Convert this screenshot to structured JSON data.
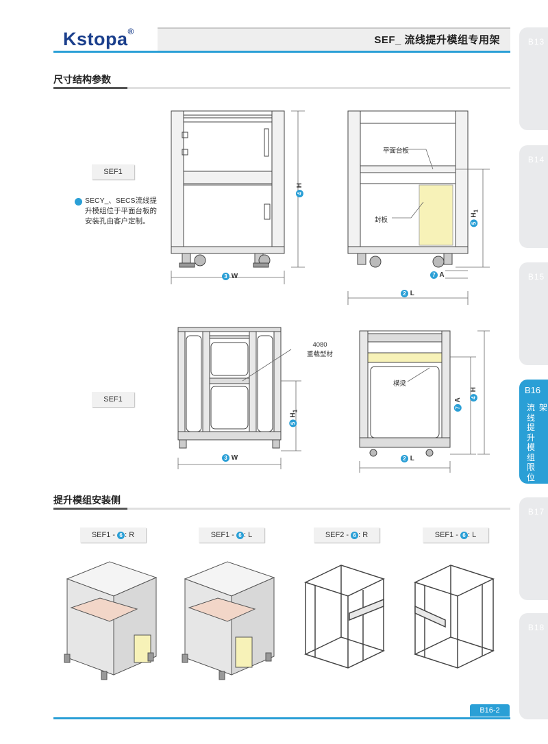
{
  "header": {
    "brand": "Kstopa",
    "registered": "®",
    "title": "SEF_ 流线提升模组专用架"
  },
  "side_tabs": [
    {
      "code": "B13"
    },
    {
      "code": "B14"
    },
    {
      "code": "B15"
    },
    {
      "code": "B16",
      "label_col1": "流线提升模组限位",
      "label_col2": "架",
      "active": true
    },
    {
      "code": "B17"
    },
    {
      "code": "B18"
    }
  ],
  "section1": {
    "title": "尺寸结构参数",
    "label_top": "SEF1",
    "label_bottom": "SEF1",
    "note": "SECY_、SECS流线提升模组位于平面台板的安装孔由客户定制。",
    "callouts": {
      "platform": "平面台板",
      "seal": "封板",
      "profile_line1": "4080",
      "profile_line2": "重载型材",
      "beam": "横梁"
    },
    "dims": {
      "w_num": "3",
      "w": "W",
      "l_num": "2",
      "l": "L",
      "h_num": "4",
      "h": "H",
      "h1_num": "5",
      "h1": "H",
      "h1_sub": "1",
      "a_num": "7",
      "a": "A"
    }
  },
  "section2": {
    "title": "提升模组安装侧",
    "variants": [
      {
        "pre": "SEF1 - ",
        "num": "6",
        "post": ": R"
      },
      {
        "pre": "SEF1 - ",
        "num": "6",
        "post": ": L"
      },
      {
        "pre": "SEF2 - ",
        "num": "6",
        "post": ": R"
      },
      {
        "pre": "SEF1 - ",
        "num": "6",
        "post": ": L"
      }
    ]
  },
  "footer": {
    "page": "B16-2"
  },
  "colors": {
    "accent": "#2a9fd6",
    "brand": "#1b3f8c",
    "panel_fill": "#f7f2b8",
    "platform_fill": "#f2d6c8"
  }
}
